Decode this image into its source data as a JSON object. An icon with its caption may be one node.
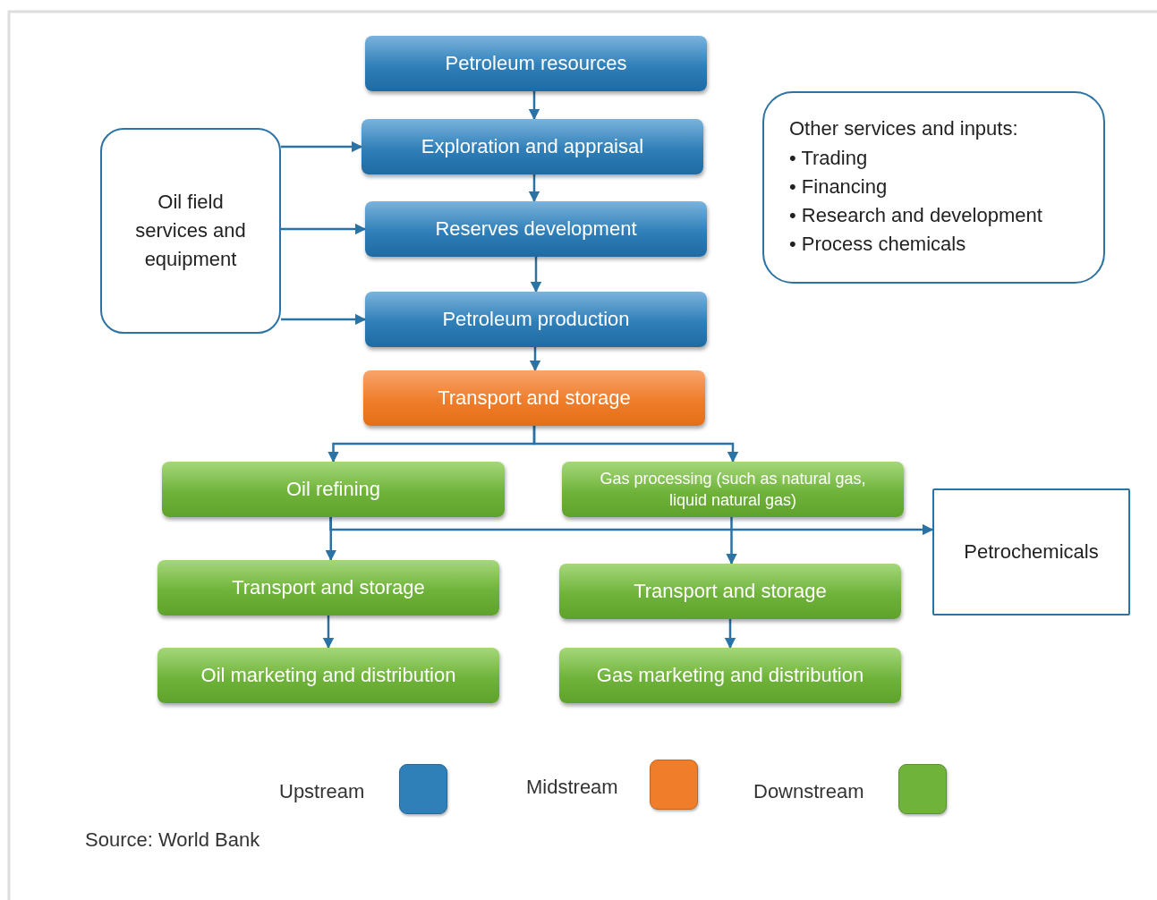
{
  "diagram": {
    "nodes": [
      {
        "text": [
          "Petroleum resources"
        ]
      },
      {
        "text": [
          "Exploration and appraisal"
        ]
      },
      {
        "text": [
          "Reserves development"
        ]
      },
      {
        "text": [
          "Petroleum production"
        ]
      },
      {
        "text": [
          "Oil field services and equipment"
        ]
      },
      {
        "text": [
          "Other services and inputs:",
          "• Trading",
          "• Financing",
          "• Research and development",
          "• Process chemicals"
        ]
      },
      {
        "text": [
          "Transport and storage"
        ]
      },
      {
        "text": [
          "Oil refining"
        ]
      },
      {
        "text": [
          "Gas processing (such as natural gas, liquid natural gas)"
        ]
      },
      {
        "text": [
          "Petrochemicals"
        ]
      },
      {
        "text": [
          "Transport and storage"
        ]
      },
      {
        "text": [
          "Transport and storage"
        ]
      },
      {
        "text": [
          "Oil marketing and distribution"
        ]
      },
      {
        "text": [
          "Gas marketing and distribution"
        ]
      }
    ],
    "edges": [
      {
        "from": 0,
        "to": 1,
        "arrow": "to"
      },
      {
        "from": 1,
        "to": 2,
        "arrow": "to"
      },
      {
        "from": 2,
        "to": 3,
        "arrow": "to"
      },
      {
        "from": 4,
        "to": 1,
        "arrow": "to"
      },
      {
        "from": 4,
        "to": 2,
        "arrow": "to"
      },
      {
        "from": 4,
        "to": 3,
        "arrow": "to"
      },
      {
        "from": 3,
        "to": 6,
        "arrow": "to"
      },
      {
        "from": 6,
        "to": 7,
        "arrow": "to"
      },
      {
        "from": 6,
        "to": 8,
        "arrow": "to"
      },
      {
        "from": 7,
        "to": 10,
        "arrow": "to"
      },
      {
        "from": 7,
        "to": 9,
        "arrow": "to"
      },
      {
        "from": 8,
        "to": 11,
        "arrow": "to"
      },
      {
        "from": 10,
        "to": 12,
        "arrow": "to"
      },
      {
        "from": 11,
        "to": 13,
        "arrow": "to"
      }
    ],
    "labels": [
      "Source: World Bank"
    ],
    "legend": [
      {
        "text": "Upstream",
        "color": "#2f7fb8"
      },
      {
        "text": "Midstream",
        "color": "#ef7d2a"
      },
      {
        "text": "Downstream",
        "color": "#6fb33a"
      }
    ]
  }
}
